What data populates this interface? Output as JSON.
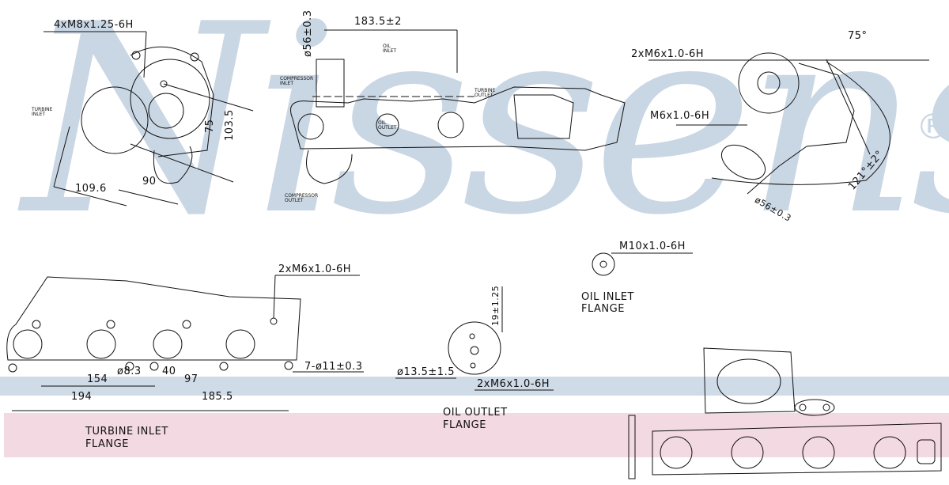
{
  "watermark": {
    "brand": "Nissens",
    "registered": "®"
  },
  "colors": {
    "watermark": "#c9d6e4",
    "band_blue": "#cfdbe7",
    "band_pink": "#f3d9e1",
    "line": "#111111"
  },
  "view_front": {
    "thread": "4xM8x1.25-6H",
    "turbine_inlet": "TURBINE\nINLET",
    "dim_109": "109.6",
    "dim_90": "90",
    "dim_75": "75",
    "dim_103": "103.5"
  },
  "view_side": {
    "dia": "ø56±0.3",
    "length": "183.5±2",
    "oil_inlet": "OIL\nINLET",
    "compressor_inlet": "COMPRESSOR\nINLET",
    "turbine_outlet": "TURBINE\nOUTLET",
    "oil_outlet": "OIL\nOUTLET",
    "compressor_outlet": "COMPRESSOR\nOUTLET"
  },
  "view_rear": {
    "thread_a": "2xM6x1.0-6H",
    "thread_b": "M6x1.0-6H",
    "angle_a": "75°",
    "angle_b": "121°±2°",
    "dia": "ø56±0.3"
  },
  "oil_inlet_flange": {
    "thread": "M10x1.0-6H",
    "label": "OIL INLET\nFLANGE"
  },
  "turbine_flange": {
    "thread": "2xM6x1.0-6H",
    "holes": "7-ø11±0.3",
    "hole_dia": "ø8.3",
    "d40": "40",
    "d154": "154",
    "d97": "97",
    "d194": "194",
    "d185": "185.5",
    "label": "TURBINE INLET\nFLANGE"
  },
  "oil_outlet_flange": {
    "height": "19±1.25",
    "dia": "ø13.5±1.5",
    "thread": "2xM6x1.0-6H",
    "label": "OIL OUTLET\nFLANGE"
  }
}
